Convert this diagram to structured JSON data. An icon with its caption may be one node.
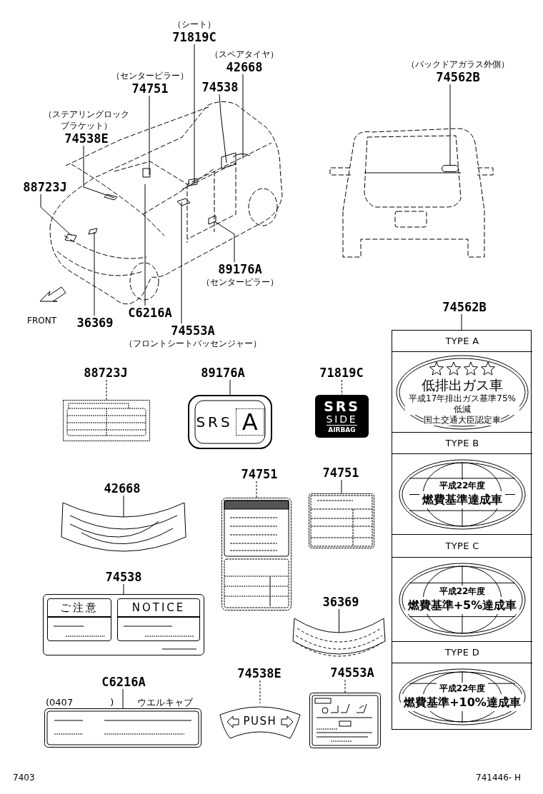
{
  "diagram": {
    "nodes": [
      {
        "text": [
          "（シート）",
          "71819C"
        ]
      },
      {
        "text": [
          "（スペアタイヤ）",
          "42668"
        ]
      },
      {
        "text": [
          "（センターピラー）",
          "74751"
        ]
      },
      {
        "text": [
          "74538"
        ]
      },
      {
        "text": [
          "（ステアリングロックブラケット）",
          "74538E"
        ]
      },
      {
        "text": [
          "88723J"
        ]
      },
      {
        "text": [
          "89176A",
          "（センターピラー）"
        ]
      },
      {
        "text": [
          "36369"
        ]
      },
      {
        "text": [
          "C6216A"
        ]
      },
      {
        "text": [
          "74553A",
          "（フロントシートパッセンジャー）"
        ]
      },
      {
        "text": [
          "（バックドアガラス外側）",
          "74562B"
        ]
      },
      {
        "text": [
          "74562B"
        ]
      },
      {
        "text": [],
        "shape": "box"
      },
      {
        "text": [
          "TYPE A"
        ],
        "in": 12
      },
      {
        "text": [
          "低排出ガス車",
          "平成17年排出ガス基準75%低減",
          "国土交通大臣認定車"
        ],
        "in": 12
      },
      {
        "text": [
          "TYPE B"
        ],
        "in": 12
      },
      {
        "text": [
          "平成22年度",
          "燃費基準達成車"
        ],
        "in": 12
      },
      {
        "text": [
          "TYPE C"
        ],
        "in": 12
      },
      {
        "text": [
          "平成22年度",
          "燃費基準+5%達成車"
        ],
        "in": 12
      },
      {
        "text": [
          "TYPE D"
        ],
        "in": 12
      },
      {
        "text": [
          "平成22年度",
          "燃費基準+10%達成車"
        ],
        "in": 12
      },
      {
        "text": [
          "88723J"
        ]
      },
      {
        "text": [],
        "shape": "box"
      },
      {
        "text": [
          "89176A"
        ]
      },
      {
        "text": [
          "SRS",
          "A"
        ]
      },
      {
        "text": [
          "71819C"
        ]
      },
      {
        "text": [
          "SRS",
          "SIDE",
          "AIRBAG"
        ]
      },
      {
        "text": [
          "42668"
        ]
      },
      {
        "text": [],
        "shape": "band"
      },
      {
        "text": [
          "74751"
        ]
      },
      {
        "text": [],
        "shape": "box"
      },
      {
        "text": [
          "74751"
        ]
      },
      {
        "text": [],
        "shape": "box"
      },
      {
        "text": [
          "74538"
        ]
      },
      {
        "text": [],
        "shape": "box"
      },
      {
        "text": [
          "ご注意"
        ],
        "in": 34
      },
      {
        "text": [
          "NOTICE"
        ],
        "in": 34
      },
      {
        "text": [
          "36369"
        ]
      },
      {
        "text": [],
        "shape": "band"
      },
      {
        "text": [
          "C6216A"
        ]
      },
      {
        "text": [],
        "shape": "box",
        "beside": [
          "(0407　　　　)",
          "ウエルキャブ"
        ]
      },
      {
        "text": [
          "74538E"
        ]
      },
      {
        "text": [
          "PUSH"
        ]
      },
      {
        "text": [
          "74553A"
        ]
      },
      {
        "text": [],
        "shape": "box"
      },
      {
        "text": [],
        "shape": "oval"
      }
    ],
    "edges": [
      {
        "from": 0,
        "to": null,
        "arrow": "none"
      },
      {
        "from": 1,
        "to": null,
        "arrow": "none"
      },
      {
        "from": 2,
        "to": null,
        "arrow": "none"
      },
      {
        "from": 3,
        "to": null,
        "arrow": "none"
      },
      {
        "from": 4,
        "to": null,
        "arrow": "none"
      },
      {
        "from": 5,
        "to": null,
        "arrow": "none"
      },
      {
        "from": 6,
        "to": null,
        "arrow": "none"
      },
      {
        "from": 7,
        "to": null,
        "arrow": "none"
      },
      {
        "from": 8,
        "to": null,
        "arrow": "none"
      },
      {
        "from": 9,
        "to": null,
        "arrow": "none"
      },
      {
        "from": 10,
        "to": 45,
        "arrow": "none"
      },
      {
        "from": 11,
        "to": 12,
        "arrow": "none"
      },
      {
        "from": 21,
        "to": 22,
        "arrow": "none",
        "style": "dashed"
      },
      {
        "from": 23,
        "to": 24,
        "arrow": "none"
      },
      {
        "from": 25,
        "to": 26,
        "arrow": "none",
        "style": "dashed"
      },
      {
        "from": 27,
        "to": 28,
        "arrow": "none"
      },
      {
        "from": 29,
        "to": 30,
        "arrow": "none",
        "style": "dashed"
      },
      {
        "from": 31,
        "to": 32,
        "arrow": "none"
      },
      {
        "from": 33,
        "to": 34,
        "arrow": "none"
      },
      {
        "from": 37,
        "to": 38,
        "arrow": "none"
      },
      {
        "from": 39,
        "to": 40,
        "arrow": "none"
      },
      {
        "from": 41,
        "to": 42,
        "arrow": "none",
        "style": "dashed"
      },
      {
        "from": 43,
        "to": 44,
        "arrow": "none",
        "style": "dashed"
      }
    ],
    "labels": [
      "FRONT",
      "7403",
      "741446- H"
    ]
  }
}
